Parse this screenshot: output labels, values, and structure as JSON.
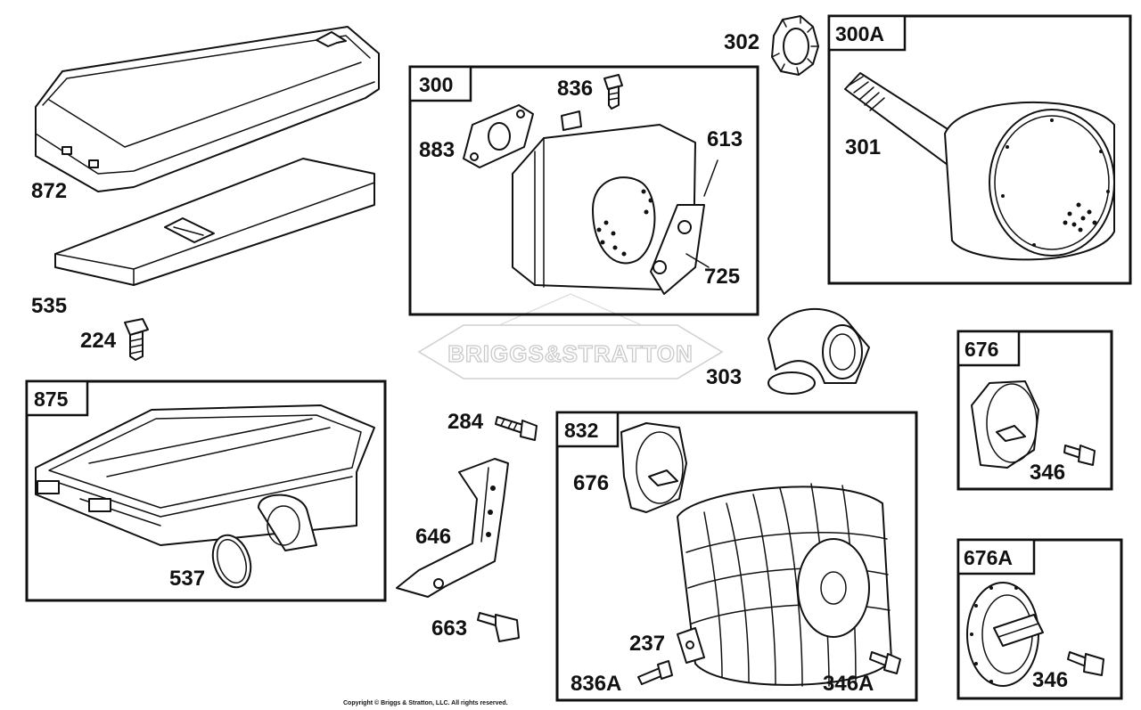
{
  "watermark": {
    "brand": "BRIGGS&STRATTON"
  },
  "copyright": "Copyright © Briggs & Stratton, LLC. All rights reserved.",
  "callouts": {
    "c872": "872",
    "c535": "535",
    "c224": "224",
    "c302": "302",
    "c836": "836",
    "c883": "883",
    "c613": "613",
    "c725": "725",
    "c301": "301",
    "c303": "303",
    "c284": "284",
    "c646": "646",
    "c663": "663",
    "c537": "537",
    "c676": "676",
    "c237": "237",
    "c836A": "836A",
    "c346A": "346A",
    "c346a": "346",
    "c346b": "346"
  },
  "boxes": {
    "b300": "300",
    "b300A": "300A",
    "b875": "875",
    "b832": "832",
    "b676": "676",
    "b676A": "676A"
  }
}
